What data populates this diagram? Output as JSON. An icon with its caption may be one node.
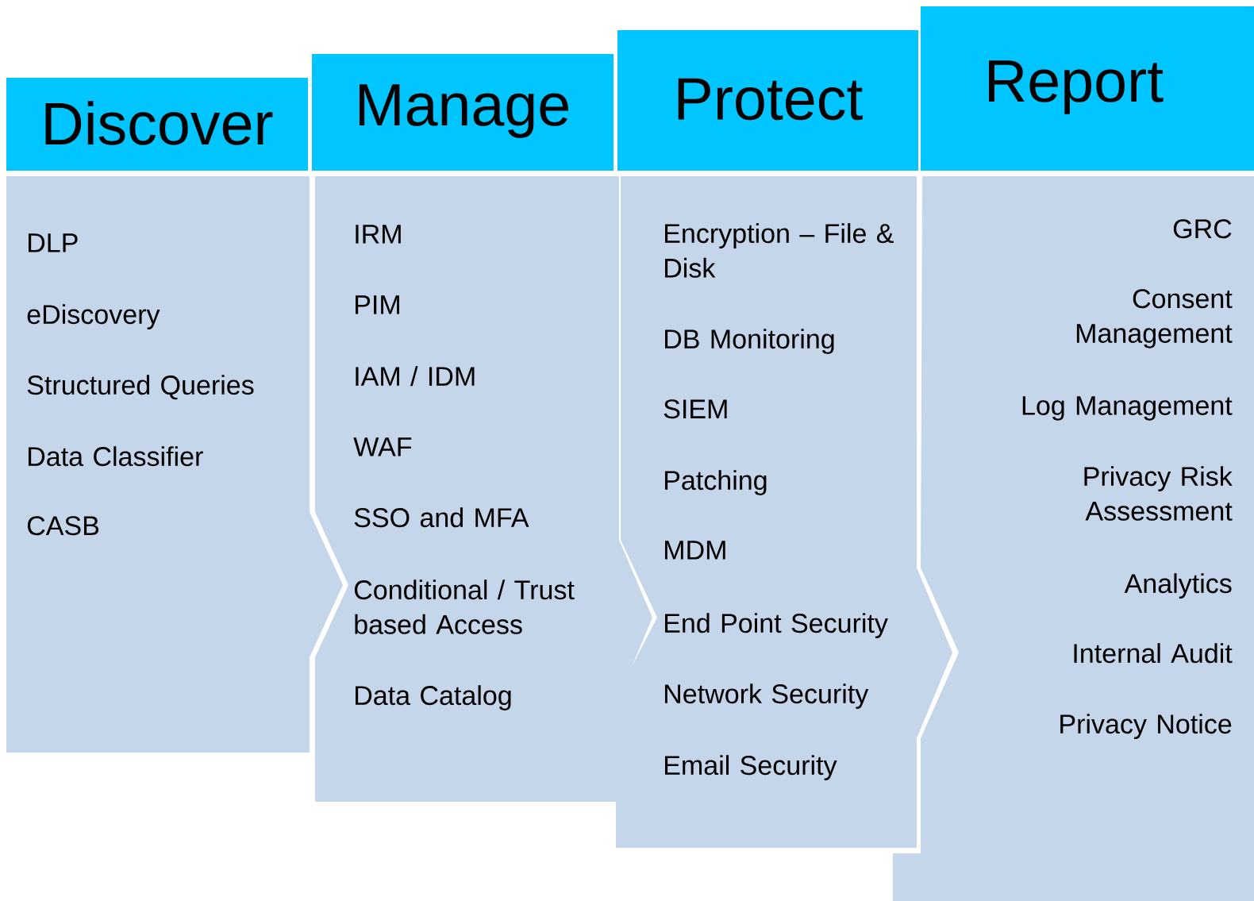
{
  "diagram": {
    "nodes": [
      {
        "text": [
          "Discover"
        ]
      },
      {
        "text": [
          "DLP",
          "eDiscovery",
          "Structured Queries",
          "Data Classifier",
          "CASB"
        ]
      },
      {
        "text": [
          "Manage"
        ]
      },
      {
        "text": [
          "IRM",
          "PIM",
          "IAM / IDM",
          "WAF",
          "SSO and MFA",
          "Conditional / Trust based Access",
          "Data Catalog"
        ]
      },
      {
        "text": [
          "Protect"
        ]
      },
      {
        "text": [
          "Encryption – File & Disk",
          "DB Monitoring",
          "SIEM",
          "Patching",
          "MDM",
          "End Point Security",
          "Network Security",
          "Email Security"
        ]
      },
      {
        "text": [
          "Report"
        ]
      },
      {
        "text": [
          "GRC",
          "Consent Management",
          "Log Management",
          "Privacy Risk Assessment",
          "Analytics",
          "Internal Audit",
          "Privacy Notice"
        ]
      }
    ]
  }
}
